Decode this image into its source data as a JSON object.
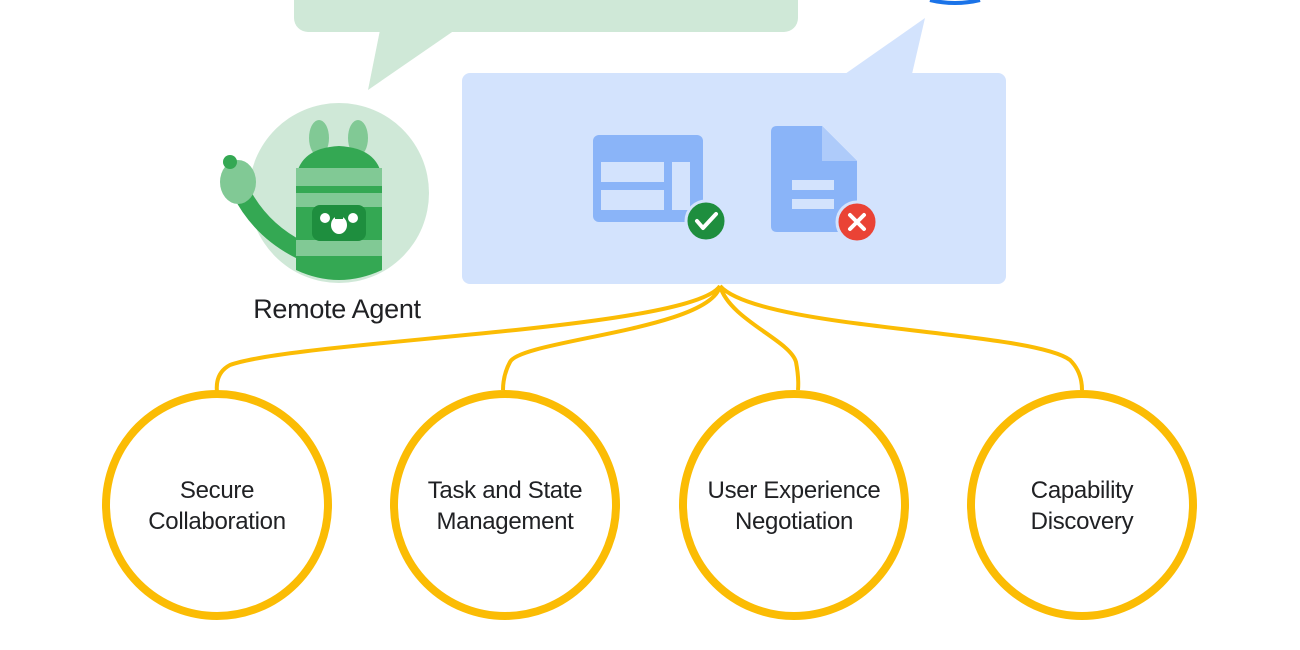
{
  "remote_agent": {
    "label": "Remote Agent",
    "avatar_icon": "green-bunny-robot-mascot"
  },
  "bubble": {
    "top_bubble_color": "#cfe8d7",
    "content_bubble_color": "#d3e3fd",
    "icons": [
      {
        "name": "table-layout-icon",
        "status": "check",
        "status_color": "#1e8e3e"
      },
      {
        "name": "document-icon",
        "status": "cross",
        "status_color": "#ea4335"
      }
    ]
  },
  "connector_color": "#fbbc04",
  "capabilities": [
    {
      "line1": "Secure",
      "line2": "Collaboration"
    },
    {
      "line1": "Task and State",
      "line2": "Management"
    },
    {
      "line1": "User Experience",
      "line2": "Negotiation"
    },
    {
      "line1": "Capability",
      "line2": "Discovery"
    }
  ]
}
